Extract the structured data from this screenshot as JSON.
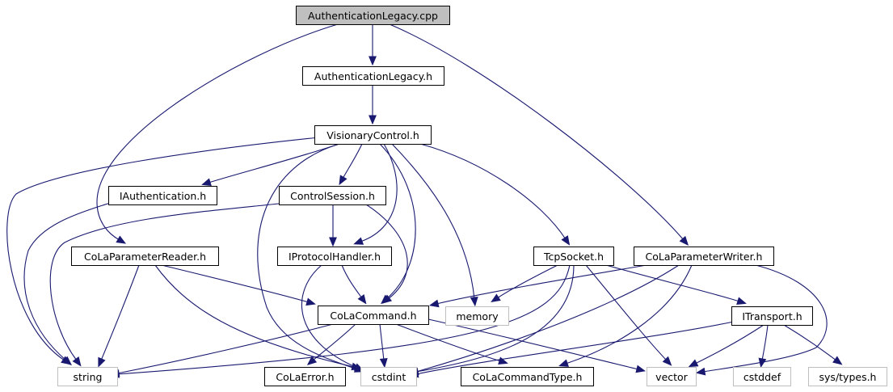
{
  "title": "AuthenticationLegacy.cpp include dependency graph",
  "colors": {
    "edge": "#191970",
    "root_fill": "#bfbfbf",
    "internal_border": "#000000",
    "external_border": "#bfbfbf"
  },
  "nodes": [
    {
      "id": "authlegacy_cpp",
      "label": "AuthenticationLegacy.cpp",
      "kind": "root"
    },
    {
      "id": "authlegacy_h",
      "label": "AuthenticationLegacy.h",
      "kind": "internal"
    },
    {
      "id": "visionary",
      "label": "VisionaryControl.h",
      "kind": "internal"
    },
    {
      "id": "iauth",
      "label": "IAuthentication.h",
      "kind": "internal"
    },
    {
      "id": "ctrlsession",
      "label": "ControlSession.h",
      "kind": "internal"
    },
    {
      "id": "reader",
      "label": "CoLaParameterReader.h",
      "kind": "internal"
    },
    {
      "id": "iproto",
      "label": "IProtocolHandler.h",
      "kind": "internal"
    },
    {
      "id": "tcpsocket",
      "label": "TcpSocket.h",
      "kind": "internal"
    },
    {
      "id": "writer",
      "label": "CoLaParameterWriter.h",
      "kind": "internal"
    },
    {
      "id": "colacmd",
      "label": "CoLaCommand.h",
      "kind": "internal"
    },
    {
      "id": "memory",
      "label": "memory",
      "kind": "external"
    },
    {
      "id": "itransport",
      "label": "ITransport.h",
      "kind": "internal"
    },
    {
      "id": "string",
      "label": "string",
      "kind": "external"
    },
    {
      "id": "colaerror",
      "label": "CoLaError.h",
      "kind": "internal"
    },
    {
      "id": "cstdint",
      "label": "cstdint",
      "kind": "external"
    },
    {
      "id": "colacmdtype",
      "label": "CoLaCommandType.h",
      "kind": "internal"
    },
    {
      "id": "vector",
      "label": "vector",
      "kind": "external"
    },
    {
      "id": "cstddef",
      "label": "cstddef",
      "kind": "external"
    },
    {
      "id": "systypes",
      "label": "sys/types.h",
      "kind": "external"
    }
  ],
  "edges": [
    {
      "from": "authlegacy_cpp",
      "to": "authlegacy_h"
    },
    {
      "from": "authlegacy_cpp",
      "to": "reader"
    },
    {
      "from": "authlegacy_cpp",
      "to": "writer"
    },
    {
      "from": "authlegacy_h",
      "to": "visionary"
    },
    {
      "from": "visionary",
      "to": "iauth"
    },
    {
      "from": "visionary",
      "to": "ctrlsession"
    },
    {
      "from": "visionary",
      "to": "iproto"
    },
    {
      "from": "visionary",
      "to": "colacmd"
    },
    {
      "from": "visionary",
      "to": "memory"
    },
    {
      "from": "visionary",
      "to": "tcpsocket"
    },
    {
      "from": "visionary",
      "to": "string"
    },
    {
      "from": "visionary",
      "to": "cstdint"
    },
    {
      "from": "iauth",
      "to": "string"
    },
    {
      "from": "ctrlsession",
      "to": "iproto"
    },
    {
      "from": "ctrlsession",
      "to": "colacmd"
    },
    {
      "from": "ctrlsession",
      "to": "string"
    },
    {
      "from": "reader",
      "to": "colacmd"
    },
    {
      "from": "reader",
      "to": "string"
    },
    {
      "from": "reader",
      "to": "cstdint"
    },
    {
      "from": "iproto",
      "to": "colacmd"
    },
    {
      "from": "iproto",
      "to": "cstdint"
    },
    {
      "from": "tcpsocket",
      "to": "memory"
    },
    {
      "from": "tcpsocket",
      "to": "itransport"
    },
    {
      "from": "tcpsocket",
      "to": "string"
    },
    {
      "from": "tcpsocket",
      "to": "cstdint"
    },
    {
      "from": "tcpsocket",
      "to": "vector"
    },
    {
      "from": "writer",
      "to": "colacmd"
    },
    {
      "from": "writer",
      "to": "cstdint"
    },
    {
      "from": "writer",
      "to": "colacmdtype"
    },
    {
      "from": "writer",
      "to": "vector"
    },
    {
      "from": "colacmd",
      "to": "string"
    },
    {
      "from": "colacmd",
      "to": "colaerror"
    },
    {
      "from": "colacmd",
      "to": "cstdint"
    },
    {
      "from": "colacmd",
      "to": "colacmdtype"
    },
    {
      "from": "colacmd",
      "to": "vector"
    },
    {
      "from": "itransport",
      "to": "cstdint"
    },
    {
      "from": "itransport",
      "to": "vector"
    },
    {
      "from": "itransport",
      "to": "cstddef"
    },
    {
      "from": "itransport",
      "to": "systypes"
    }
  ]
}
